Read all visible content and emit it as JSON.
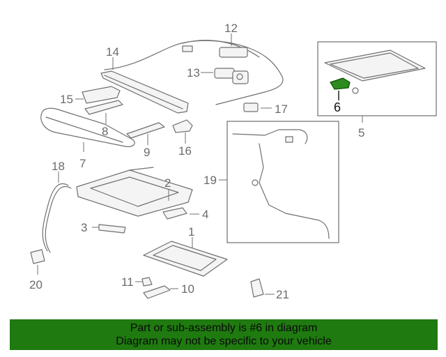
{
  "callouts": {
    "c1": "1",
    "c2": "2",
    "c3": "3",
    "c4": "4",
    "c5": "5",
    "c6": "6",
    "c7": "7",
    "c8": "8",
    "c9": "9",
    "c10": "10",
    "c11": "11",
    "c12": "12",
    "c13": "13",
    "c14": "14",
    "c15": "15",
    "c16": "16",
    "c17": "17",
    "c18": "18",
    "c19": "19",
    "c20": "20",
    "c21": "21"
  },
  "highlight": {
    "part": "6",
    "color": "#2e8b1e"
  },
  "banner": {
    "line1": "Part or sub-assembly is #6 in diagram",
    "line2": "Diagram may not be specific to your vehicle",
    "background": "#1f7a10"
  }
}
